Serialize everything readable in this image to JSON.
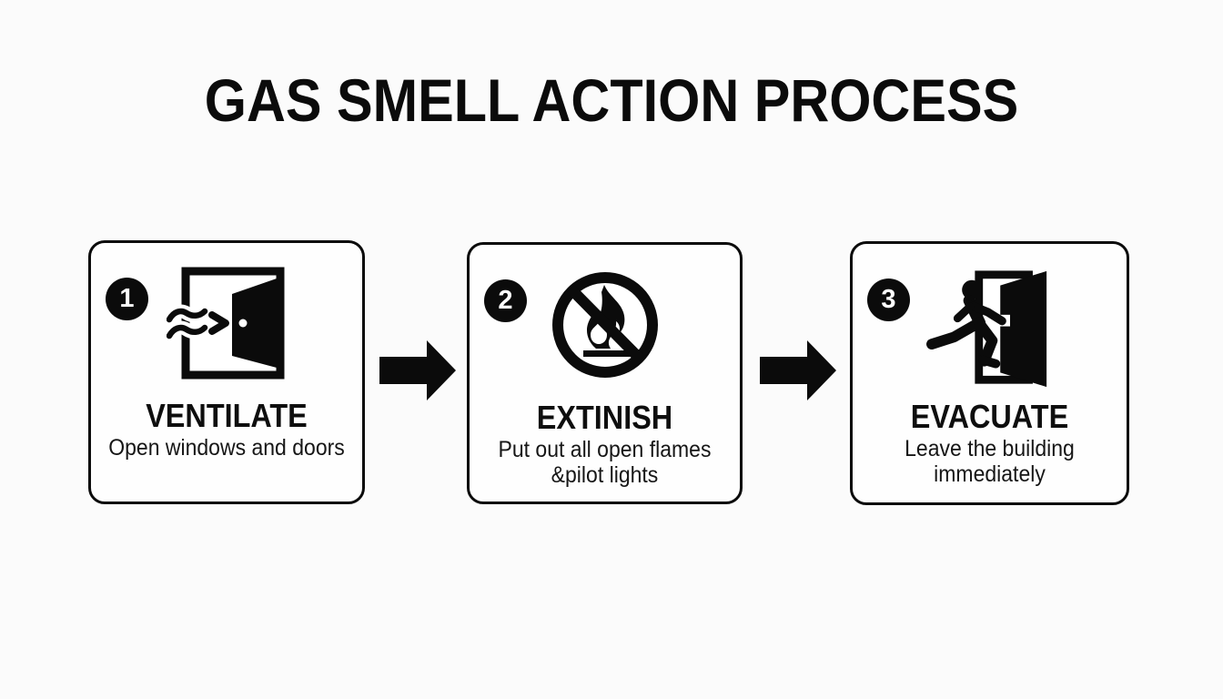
{
  "title": "GAS SMELL ACTION PROCESS",
  "colors": {
    "ink": "#0b0b0b",
    "card_background": "#fefefe",
    "page_background": "#fbfbfb"
  },
  "steps": [
    {
      "number": "1",
      "icon": "open-door-wind-icon",
      "title": "VENTILATE",
      "description_lines": [
        "Open windows and doors"
      ]
    },
    {
      "number": "2",
      "icon": "no-open-flames-icon",
      "title": "EXTINISH",
      "description_lines": [
        "Put out all open flames",
        "&pilot lights"
      ]
    },
    {
      "number": "3",
      "icon": "running-exit-door-icon",
      "title": "EVACUATE",
      "description_lines": [
        "Leave the building",
        "immediately"
      ]
    }
  ],
  "connectors": [
    {
      "icon": "arrow-right-icon"
    },
    {
      "icon": "arrow-right-icon"
    }
  ]
}
